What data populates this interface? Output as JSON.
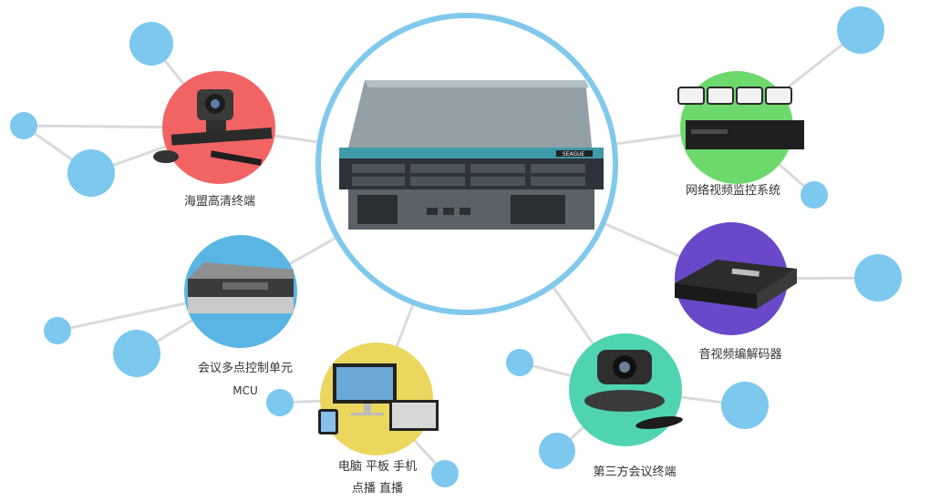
{
  "colors": {
    "connector": "#dadada",
    "bubble": "#7cc8ef",
    "hub_ring": "#80c9ec",
    "red": "#f26464",
    "green": "#6dd96c",
    "blue": "#5ab5e3",
    "purple": "#6a48c9",
    "yellow": "#ebd65e",
    "teal": "#4fd3b0"
  },
  "hub": {
    "device": "rackmount-server-icon",
    "brand": "SEAGUE"
  },
  "nodes": [
    {
      "id": "hd-terminal",
      "label": "海盟高清终端",
      "icon": "ptz-camera-codec-icon",
      "color": "red"
    },
    {
      "id": "mcu",
      "label": "会议多点控制单元",
      "sublabel": "MCU",
      "icon": "mcu-server-icon",
      "color": "blue"
    },
    {
      "id": "devices",
      "label": "电脑  平板  手机",
      "sublabel": "点播  直播",
      "icon": "multi-device-icon",
      "color": "yellow"
    },
    {
      "id": "third-party",
      "label": "第三方会议终端",
      "icon": "conference-camera-icon",
      "color": "teal"
    },
    {
      "id": "codec",
      "label": "音视频编解码器",
      "icon": "encoder-box-icon",
      "color": "purple"
    },
    {
      "id": "surveillance",
      "label": "网络视频监控系统",
      "icon": "cctv-nvr-icon",
      "color": "green"
    }
  ]
}
